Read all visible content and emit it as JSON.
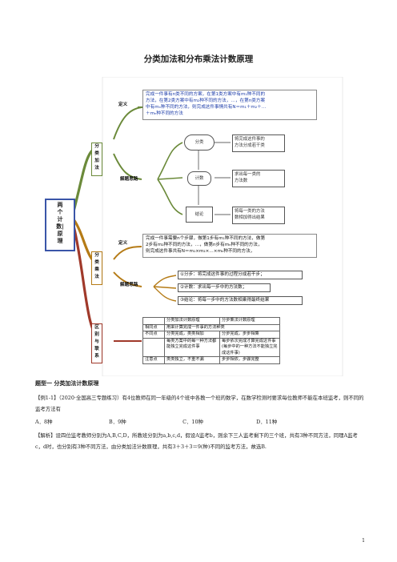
{
  "title": "分类加法和分布乘法计数原理",
  "mindmap": {
    "root": [
      "两",
      "个",
      "计",
      "数|",
      "原",
      "理"
    ],
    "branch1": [
      "分",
      "类",
      "加",
      "法"
    ],
    "branch2": [
      "分",
      "类",
      "乘",
      "法"
    ],
    "branch3": [
      "区",
      "别",
      "与",
      "联",
      "系"
    ],
    "def_label": "定义",
    "idea_label": "解题思路",
    "def2_label": "定义",
    "idea2_label": "解题思路",
    "def1_text": [
      "完成一件事有n类不同的方案，在第1类方案中有m₁种不同的",
      "方法，在第2类方案中有m₂种不同的方法，…，在第n类方案",
      "中有mₙ种不同的方法，则完成这件事情共有N＝m₁＋m₂＋…",
      "＋mₙ种不同的方法"
    ],
    "flow": {
      "n1": "分类",
      "n2": "计数",
      "n3": "结论",
      "d1": [
        "将完成这件事的",
        "方法分成若干类"
      ],
      "d2": [
        "求出每一类的",
        "方法数"
      ],
      "d3": [
        "将每一类的方法",
        "数相加得出结果"
      ]
    },
    "def2_text": [
      "完成一件事需要n个步骤，做第1步有m₁种不同的方法，做第",
      "2步有m₂种不同的方法，…，做第n步有mₙ种不同的方法，",
      "则完成这件事共有N＝m₁×m₂×…×mₙ种不同的方法，"
    ],
    "steps": [
      "①分步：将完成这件事的过程分成若干步；",
      "②计数：求出每一步中的方法数；",
      "③结论：将每一步中的方法数相乘得最终结果"
    ],
    "table": {
      "h1": "分类加法计数原理",
      "h2": "分步乘法计数原理",
      "r1": [
        "相同点",
        "用来计算完成一件事的方法种类"
      ],
      "r2": [
        "不同点",
        "分类完成，类类相加",
        "分步完成，步步相乘"
      ],
      "r3": [
        "",
        "每类方案中的每一种方法都能独立完成这件事",
        "每步依次完成才算完成这件事(每步中的一种方法不能独立完成这件事)"
      ],
      "r4": [
        "注意点",
        "类类独立，不重不漏",
        "步步相依，步骤完整"
      ]
    }
  },
  "section_title": "题型一  分类加法计数原理",
  "example": "【例1-1】（2020·全国高三专题练习）有4位教师在同一年级的4个班中各教一个班的数学，在数学检测时要求每位教师不能在本班监考，则不同的监考方法有",
  "options": [
    "A．8种",
    "B．9种",
    "C．10种",
    "D．11种"
  ],
  "analysis": "【解析】设四位监考教师分别为A,B,C,D，所教班分别为a,b,c,d，假设A监考b，则余下三人监考剩下的三个班，共有3种不同方法，同理A监考c，d时，也分别有3种不同方法，由分类加法计数原理，共有3＋3＋3＝9(种)不同的监考方法，故选B.",
  "page_number": "1"
}
